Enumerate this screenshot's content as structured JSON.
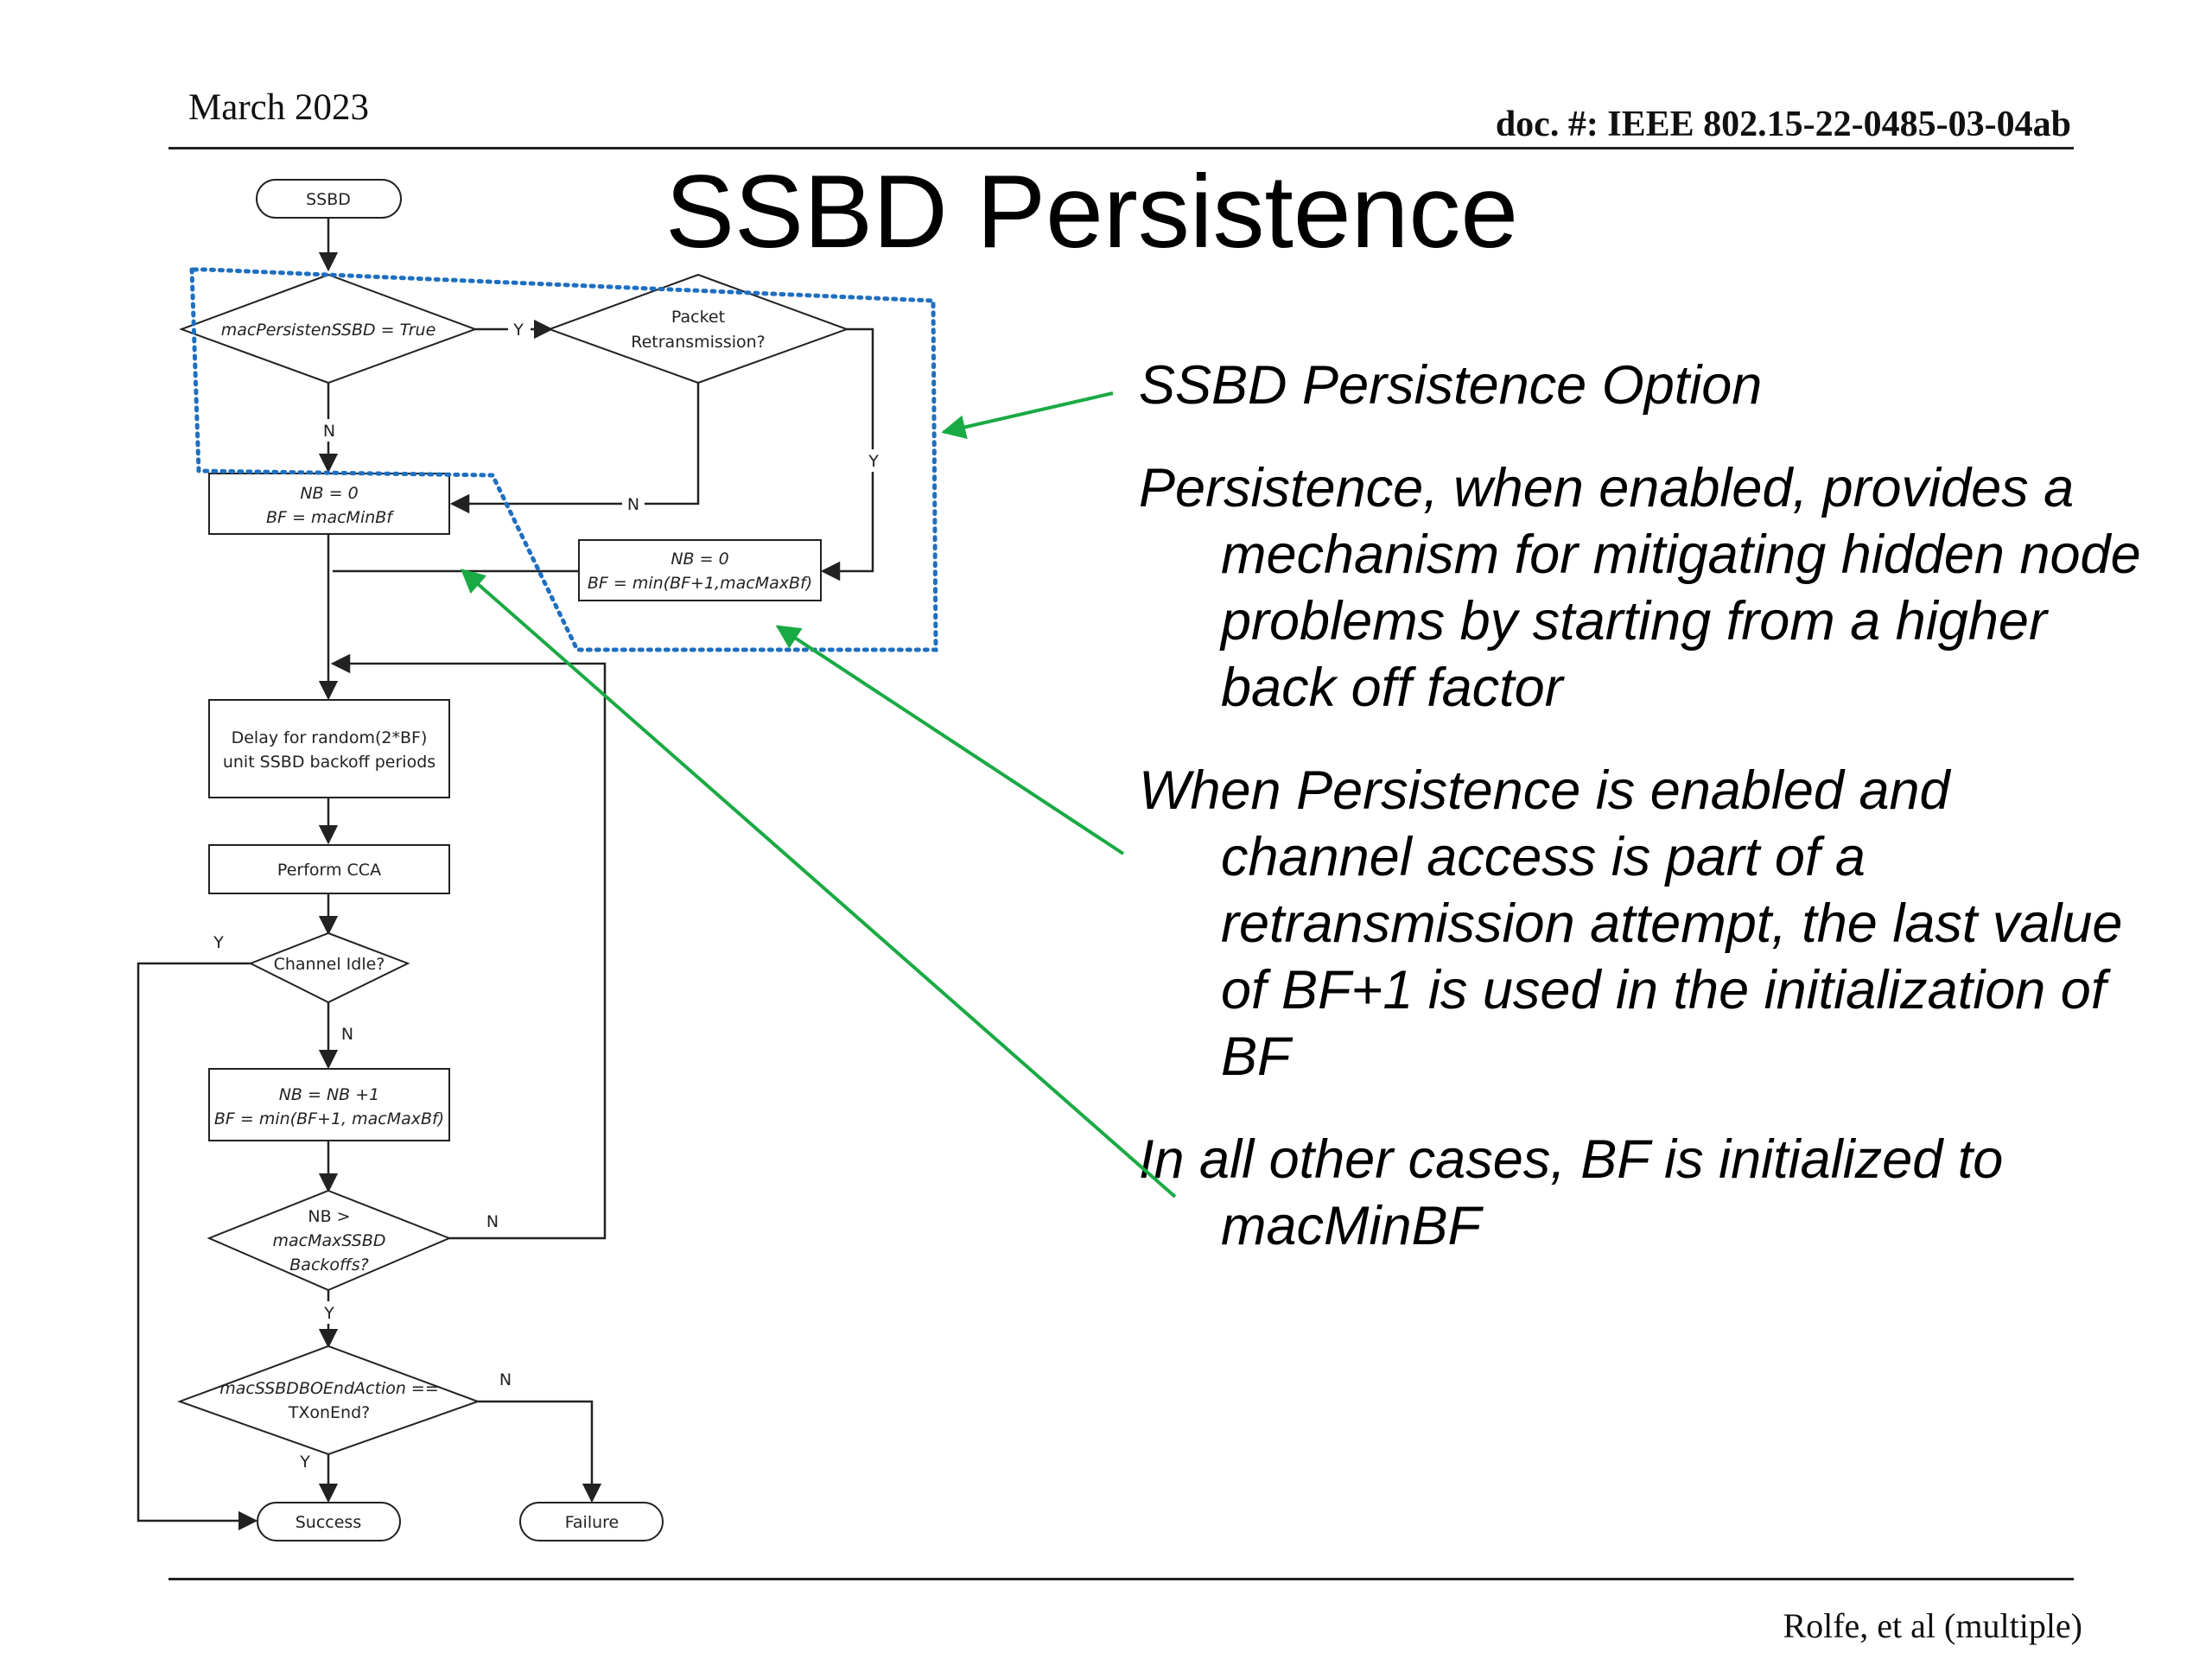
{
  "header": {
    "date": "March 2023",
    "doc": "doc. #: IEEE 802.15-22-0485-03-04ab"
  },
  "title": "SSBD Persistence",
  "footer": "Rolfe, et al  (multiple)",
  "bullets": [
    "SSBD Persistence Option",
    "Persistence, when enabled, provides a mechanism for mitigating hidden node problems by starting from a higher back off factor",
    "When Persistence is enabled and channel access is part of a retransmission attempt, the last value of BF+1 is used in the initialization of BF",
    "In all other cases, BF is initialized to macMinBF"
  ],
  "flowchart": {
    "start": "SSBD",
    "persist_decision": "macPersistenSSBD = True",
    "retx_decision": [
      "Packet",
      "Retransmission?"
    ],
    "init_min": [
      "NB = 0",
      "BF = macMinBf"
    ],
    "init_persist": [
      "NB = 0",
      "BF = min(BF+1,macMaxBf)"
    ],
    "delay": [
      "Delay for random(2*BF)",
      "unit SSBD backoff periods"
    ],
    "cca": "Perform CCA",
    "idle_decision": "Channel Idle?",
    "increment": [
      "NB = NB +1",
      "BF = min(BF+1, macMaxBf)"
    ],
    "max_decision": [
      "NB >",
      "macMaxSSBD",
      "Backoffs?"
    ],
    "end_decision": [
      "macSSBDBOEndAction ==",
      "TXonEnd?"
    ],
    "success": "Success",
    "failure": "Failure",
    "yes": "Y",
    "no": "N"
  },
  "colors": {
    "highlight_border": "#1f6fc0",
    "arrow": "#1aaa44",
    "line": "#222222"
  }
}
